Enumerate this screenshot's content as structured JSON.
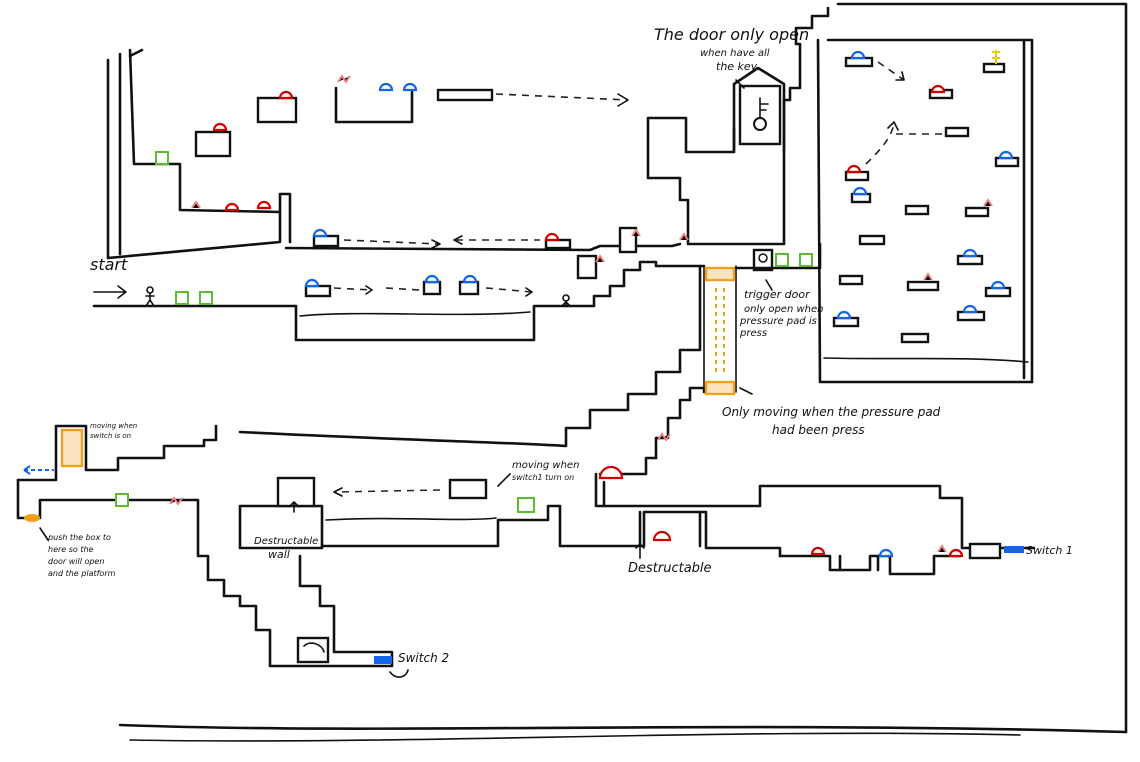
{
  "labels": {
    "start": "start",
    "door_note_line1": "The door only open",
    "door_note_line2": "when have all",
    "door_note_line3": "the key",
    "trigger_line1": "trigger door",
    "trigger_line2": "only open when",
    "trigger_line3": "pressure pad is",
    "trigger_line4": "press",
    "only_moving_line1": "Only moving when the pressure pad",
    "only_moving_line2": "had been press",
    "moving_switch1_line1": "moving when",
    "moving_switch1_line2": "switch1 turn on",
    "moving_when_switch_line1": "moving when",
    "moving_when_switch_line2": "switch is on",
    "push_box_line1": "push the box to",
    "push_box_line2": "here so the",
    "push_box_line3": "door will open",
    "push_box_line4": "and the platform",
    "destructable_wall_line1": "Destructable",
    "destructable_wall_line2": "wall",
    "destructable": "Destructable",
    "switch1": "Switch 1",
    "switch2": "Switch 2"
  },
  "colors": {
    "ink": "#111111",
    "enemy_red": "#d40000",
    "enemy_blue": "#1565e8",
    "spike_pink": "#f08080",
    "chest_green": "#5dbb2e",
    "platform_orange": "#f0a020",
    "key_yellow": "#e8d000"
  }
}
